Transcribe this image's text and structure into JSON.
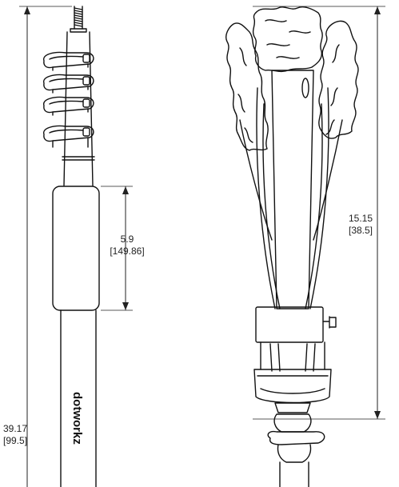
{
  "dimensions": {
    "total_height": {
      "value": "39.17",
      "metric": "[99.5]"
    },
    "grip_length": {
      "value": "5.9",
      "metric": "[149.86]"
    },
    "head_height": {
      "value": "15.15",
      "metric": "[38.5]"
    }
  },
  "brand": {
    "name": "dotworkz"
  },
  "colors": {
    "line": "#111111",
    "dim_line": "#222222",
    "background": "#ffffff"
  }
}
